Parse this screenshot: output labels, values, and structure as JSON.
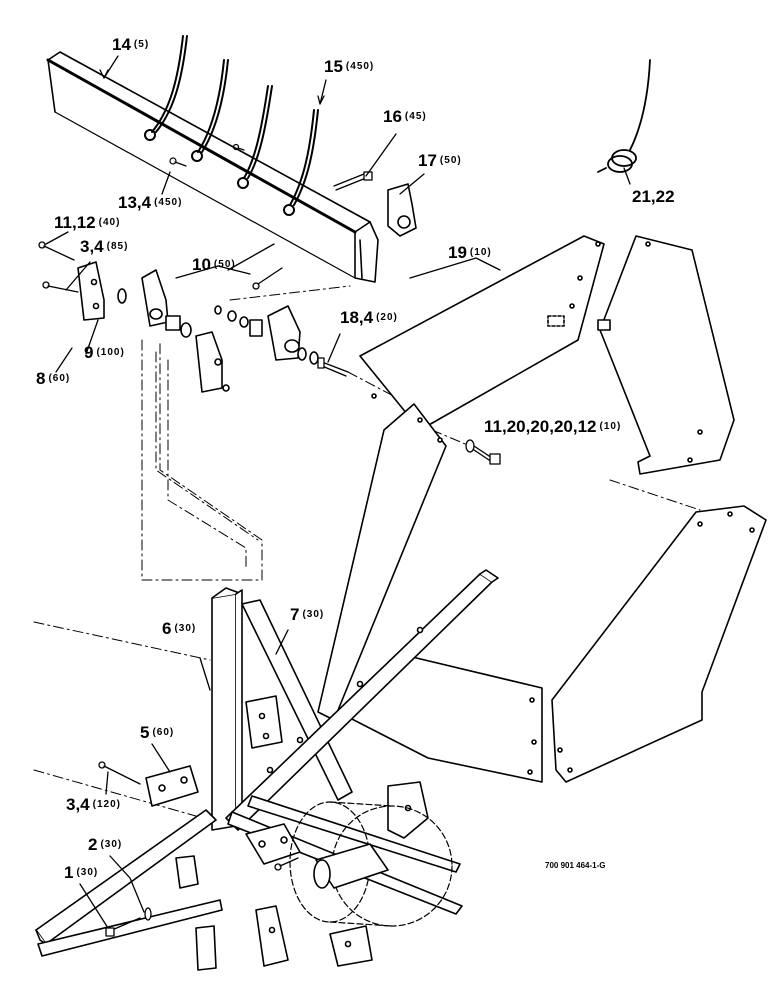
{
  "callouts": [
    {
      "id": "c14",
      "num": "14",
      "qty": "(5)"
    },
    {
      "id": "c15",
      "num": "15",
      "qty": "(450)"
    },
    {
      "id": "c16",
      "num": "16",
      "qty": "(45)"
    },
    {
      "id": "c17",
      "num": "17",
      "qty": "(50)"
    },
    {
      "id": "c13",
      "num": "13,4",
      "qty": "(450)"
    },
    {
      "id": "c2122",
      "num": "21,22",
      "qty": ""
    },
    {
      "id": "c1112",
      "num": "11,12",
      "qty": "(40)"
    },
    {
      "id": "c34a",
      "num": "3,4",
      "qty": "(85)"
    },
    {
      "id": "c10",
      "num": "10",
      "qty": "(50)"
    },
    {
      "id": "c19",
      "num": "19",
      "qty": "(10)"
    },
    {
      "id": "c184",
      "num": "18,4",
      "qty": "(20)"
    },
    {
      "id": "c9",
      "num": "9",
      "qty": "(100)"
    },
    {
      "id": "c8",
      "num": "8",
      "qty": "(60)"
    },
    {
      "id": "c11long",
      "num": "11,20,20,20,12",
      "qty": "(10)"
    },
    {
      "id": "c6",
      "num": "6",
      "qty": "(30)"
    },
    {
      "id": "c7",
      "num": "7",
      "qty": "(30)"
    },
    {
      "id": "c5",
      "num": "5",
      "qty": "(60)"
    },
    {
      "id": "c34b",
      "num": "3,4",
      "qty": "(120)"
    },
    {
      "id": "c2",
      "num": "2",
      "qty": "(30)"
    },
    {
      "id": "c1",
      "num": "1",
      "qty": "(30)"
    }
  ],
  "drawing_number": "700 901 464-1-G"
}
